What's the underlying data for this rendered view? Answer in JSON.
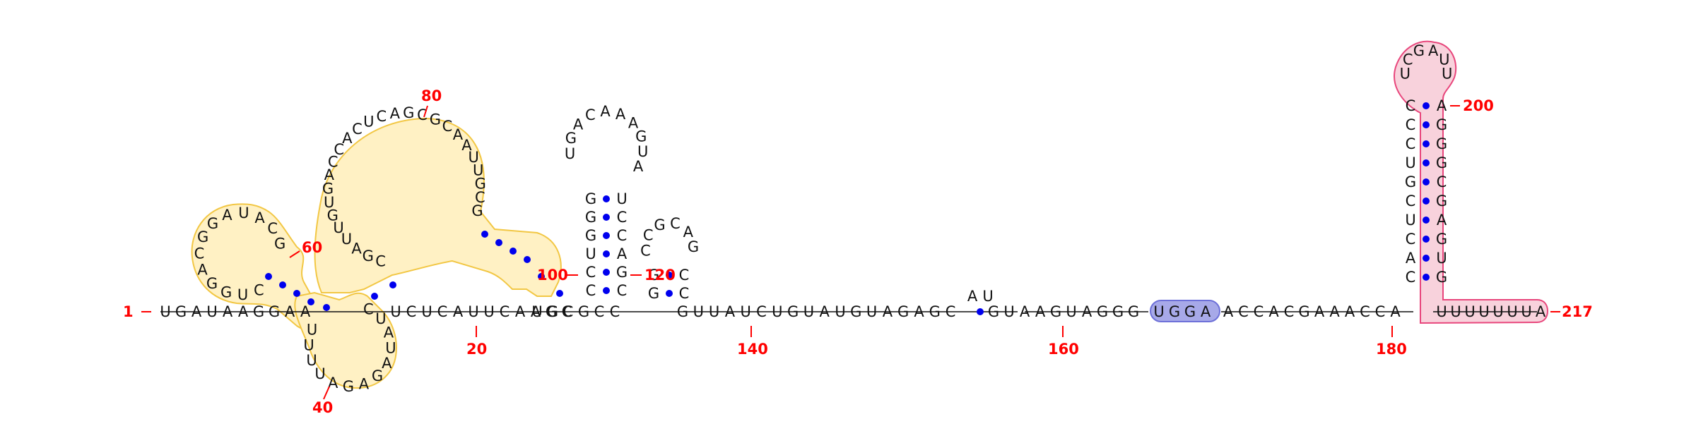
{
  "backbone": {
    "bases": [
      "U",
      "G",
      "A",
      "U",
      "A",
      "A",
      "G",
      "G",
      "A",
      "A",
      "U",
      "C",
      "U",
      "C",
      "A",
      "U",
      "U",
      "C",
      "A",
      "A",
      "G",
      "C",
      "U",
      "G",
      "C",
      "G",
      "C",
      "C",
      "G",
      "U",
      "U",
      "A",
      "U",
      "C",
      "U",
      "G",
      "U",
      "A",
      "U",
      "G",
      "U",
      "A",
      "G",
      "A",
      "G",
      "C",
      "G",
      "U",
      "A",
      "A",
      "G",
      "U",
      "A",
      "G",
      "G",
      "G",
      "U",
      "G",
      "G",
      "A",
      "A",
      "C",
      "C",
      "A",
      "C",
      "G",
      "A",
      "A",
      "A",
      "C",
      "C",
      "A",
      "U",
      "U",
      "U",
      "U",
      "U",
      "U",
      "U",
      "A"
    ]
  },
  "labels": [
    "1",
    "20",
    "40",
    "60",
    "80",
    "100",
    "120",
    "140",
    "160",
    "180",
    "200",
    "217"
  ],
  "hairpin_loop": [
    "U",
    "G",
    "A",
    "C",
    "A",
    "A",
    "A",
    "G",
    "U",
    "A"
  ],
  "small_loop": [
    "C",
    "C",
    "G",
    "C",
    "A",
    "G"
  ],
  "stem1": {
    "left": [
      "G",
      "G",
      "G",
      "U",
      "C",
      "C"
    ],
    "right": [
      "U",
      "C",
      "C",
      "A",
      "G",
      "C"
    ]
  },
  "stem2": {
    "left": [
      "G",
      "G"
    ],
    "right": [
      "C",
      "C"
    ]
  },
  "top_stem": {
    "left": [
      "C",
      "C",
      "C",
      "U",
      "G",
      "C",
      "U",
      "C",
      "A",
      "C"
    ],
    "right": [
      "A",
      "G",
      "G",
      "G",
      "C",
      "G",
      "A",
      "G",
      "U",
      "G"
    ]
  },
  "top_loop": [
    "U",
    "C",
    "G",
    "A",
    "U",
    "U"
  ],
  "bulge_pair": [
    "A",
    "U"
  ],
  "large_loop": [
    "C",
    "G",
    "A",
    "U",
    "U",
    "G",
    "U",
    "G",
    "A",
    "C",
    "C",
    "A",
    "C",
    "U",
    "C",
    "A",
    "G",
    "C",
    "G",
    "C",
    "A",
    "A",
    "U",
    "U",
    "G",
    "C",
    "G"
  ],
  "left_loop": [
    "C",
    "U",
    "G",
    "G",
    "A",
    "C",
    "G",
    "G",
    "A",
    "U",
    "A",
    "C",
    "G"
  ],
  "bottom_loop": [
    "C",
    "U",
    "A",
    "U",
    "A",
    "G",
    "A",
    "G",
    "A",
    "U",
    "U",
    "U",
    "U"
  ],
  "highlight_colors": {
    "yellow": "#FFE8A3",
    "yellow_edge": "#F2C744",
    "pink": "#F8D2DC",
    "pink_edge": "#E8467C",
    "blue": "#A7A9E8",
    "blue_edge": "#6D70D8",
    "pair_dot": "#0000EE",
    "label": "#FF0000"
  }
}
